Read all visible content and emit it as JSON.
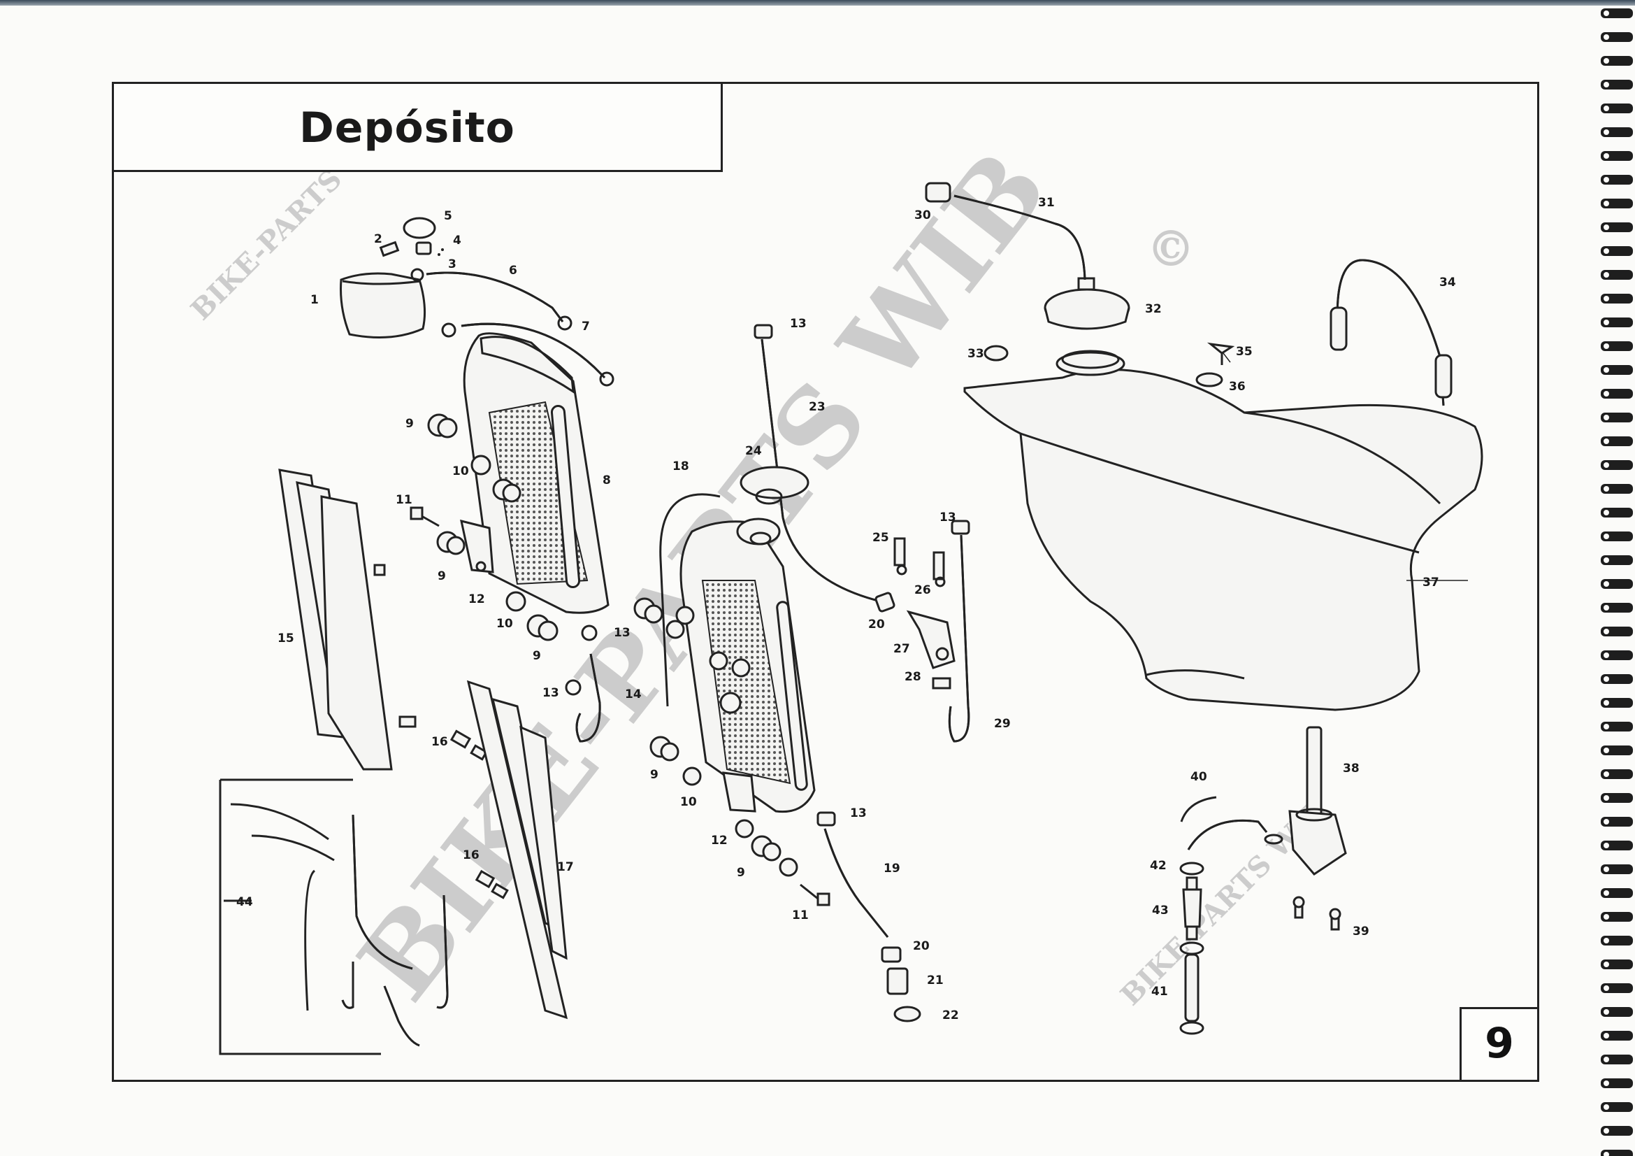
{
  "title": "Depósito",
  "page_number": "9",
  "watermark": {
    "large": "BIKE-PARTS WIB",
    "small_left": "BIKE-PARTS WIB",
    "small_right": "BIKE-PARTS WIB",
    "copyright": "©"
  },
  "callouts": {
    "c1": "1",
    "c2": "2",
    "c3": "3",
    "c4": "4",
    "c5": "5",
    "c6": "6",
    "c7": "7",
    "c8": "8",
    "c9a": "9",
    "c9b": "9",
    "c9c": "9",
    "c9d": "9",
    "c9e": "9",
    "c10a": "10",
    "c10b": "10",
    "c10c": "10",
    "c11a": "11",
    "c11b": "11",
    "c12a": "12",
    "c12b": "12",
    "c13a": "13",
    "c13b": "13",
    "c13c": "13",
    "c13d": "13",
    "c13e": "13",
    "c14": "14",
    "c15": "15",
    "c16a": "16",
    "c16b": "16",
    "c17": "17",
    "c18": "18",
    "c19": "19",
    "c20a": "20",
    "c20b": "20",
    "c21": "21",
    "c22": "22",
    "c23": "23",
    "c24": "24",
    "c25": "25",
    "c26": "26",
    "c27": "27",
    "c28": "28",
    "c29": "29",
    "c30": "30",
    "c31": "31",
    "c32": "32",
    "c33": "33",
    "c34": "34",
    "c35": "35",
    "c36": "36",
    "c37": "37",
    "c38": "38",
    "c39": "39",
    "c40": "40",
    "c41": "41",
    "c42": "42",
    "c43": "43",
    "c44": "44"
  }
}
